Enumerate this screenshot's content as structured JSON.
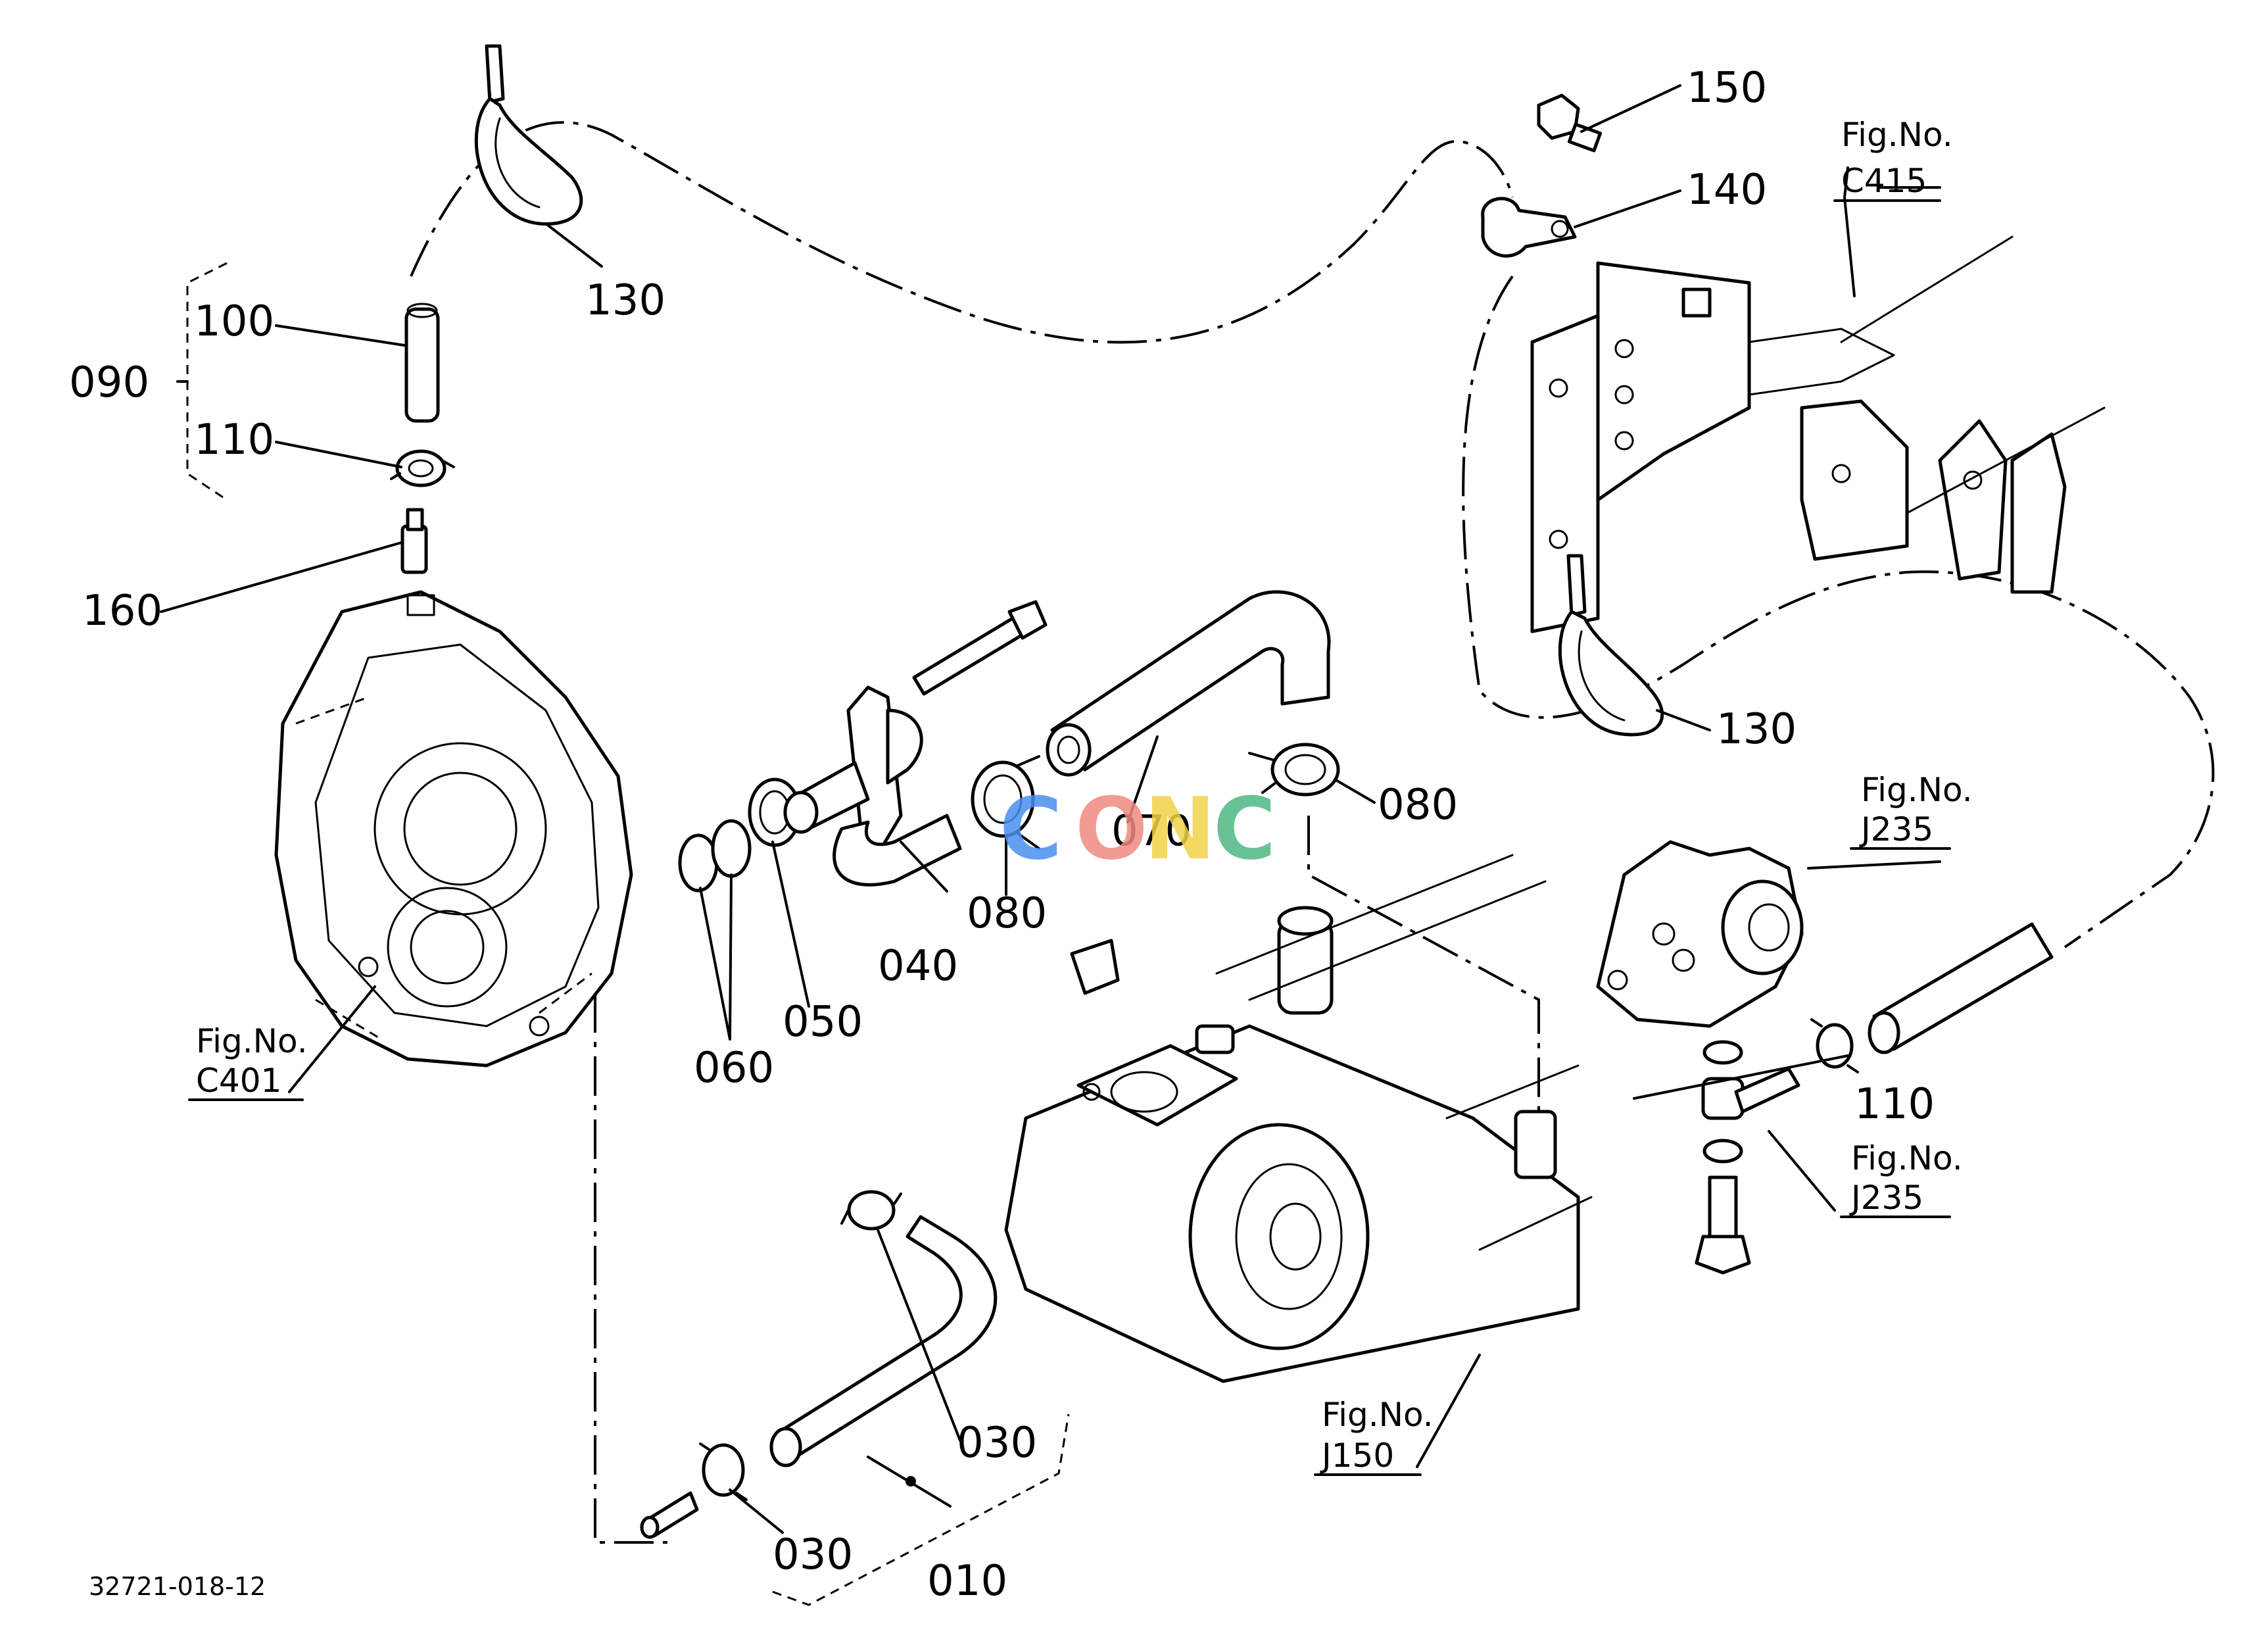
{
  "callouts": {
    "c010": "010",
    "c030a": "030",
    "c030b": "030",
    "c040": "040",
    "c050": "050",
    "c060": "060",
    "c070": "070",
    "c080a": "080",
    "c080b": "080",
    "c090": "090",
    "c100": "100",
    "c110a": "110",
    "c110b": "110",
    "c130a": "130",
    "c130b": "130",
    "c140": "140",
    "c150": "150",
    "c160": "160"
  },
  "fig_refs": {
    "c401": {
      "line1": "Fig.No.",
      "line2": "C401"
    },
    "c415": {
      "line1": "Fig.No.",
      "line2": "C415"
    },
    "j235a": {
      "line1": "Fig.No.",
      "line2": "J235"
    },
    "j235b": {
      "line1": "Fig.No.",
      "line2": "J235"
    },
    "j150": {
      "line1": "Fig.No.",
      "line2": "J150"
    }
  },
  "doc_number": "32721-018-12",
  "watermark": {
    "letters": [
      "C",
      "O",
      "N",
      "C"
    ],
    "colors": [
      "#4a8ff0",
      "#f08a80",
      "#f2d24a",
      "#4fb883"
    ]
  }
}
